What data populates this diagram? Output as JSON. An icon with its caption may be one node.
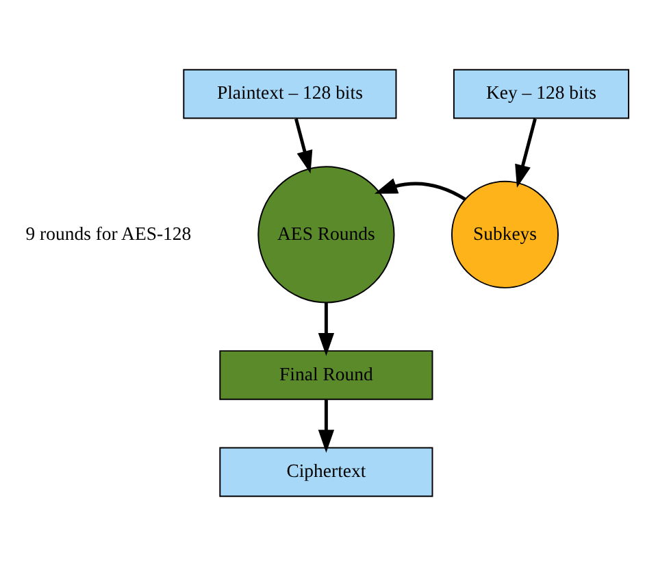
{
  "diagram": {
    "nodes": [
      {
        "text": [
          "Plaintext – 128 bits"
        ]
      },
      {
        "text": [
          "Key – 128 bits"
        ]
      },
      {
        "text": [
          "AES Rounds"
        ]
      },
      {
        "text": [
          "Subkeys"
        ]
      },
      {
        "text": [
          "Final Round"
        ]
      },
      {
        "text": [
          "Ciphertext"
        ]
      }
    ],
    "edges": [
      {
        "from": 0,
        "to": 2,
        "arrow": "to"
      },
      {
        "from": 1,
        "to": 3,
        "arrow": "to"
      },
      {
        "from": 3,
        "to": 2,
        "arrow": "to"
      },
      {
        "from": 2,
        "to": 4,
        "arrow": "to"
      },
      {
        "from": 4,
        "to": 5,
        "arrow": "to"
      }
    ],
    "labels": [
      "9 rounds for AES-128"
    ]
  }
}
